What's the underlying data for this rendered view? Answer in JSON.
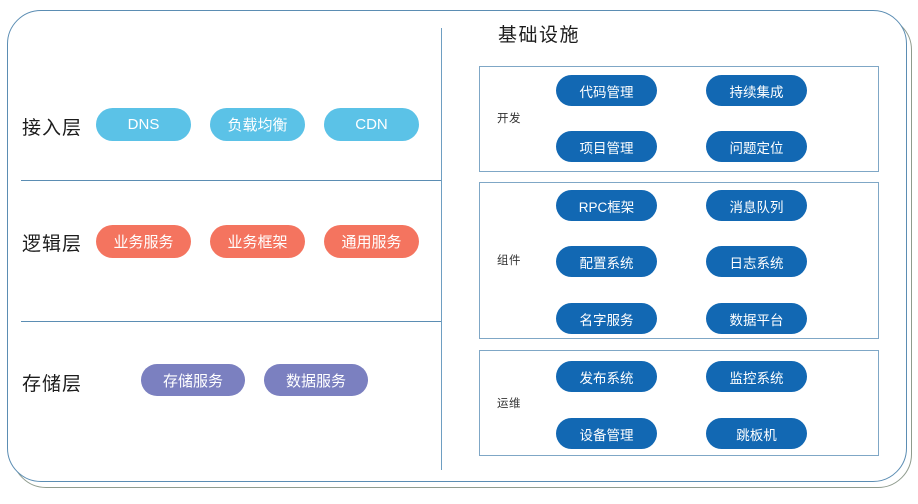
{
  "diagram": {
    "left_panel": {
      "layers": [
        {
          "label": "接入层",
          "style": "access",
          "items": [
            {
              "label": "DNS"
            },
            {
              "label": "负载均衡"
            },
            {
              "label": "CDN"
            }
          ]
        },
        {
          "label": "逻辑层",
          "style": "logic",
          "items": [
            {
              "label": "业务服务"
            },
            {
              "label": "业务框架"
            },
            {
              "label": "通用服务"
            }
          ]
        },
        {
          "label": "存储层",
          "style": "storage",
          "items": [
            {
              "label": "存储服务"
            },
            {
              "label": "数据服务"
            }
          ]
        }
      ]
    },
    "right_panel": {
      "title": "基础设施",
      "groups": [
        {
          "label": "开发",
          "items": [
            {
              "label": "代码管理"
            },
            {
              "label": "持续集成"
            },
            {
              "label": "项目管理"
            },
            {
              "label": "问题定位"
            }
          ]
        },
        {
          "label": "组件",
          "items": [
            {
              "label": "RPC框架"
            },
            {
              "label": "消息队列"
            },
            {
              "label": "配置系统"
            },
            {
              "label": "日志系统"
            },
            {
              "label": "名字服务"
            },
            {
              "label": "数据平台"
            }
          ]
        },
        {
          "label": "运维",
          "items": [
            {
              "label": "发布系统"
            },
            {
              "label": "监控系统"
            },
            {
              "label": "设备管理"
            },
            {
              "label": "跳板机"
            }
          ]
        }
      ]
    }
  },
  "colors": {
    "access_pill": "#5bc2e7",
    "logic_pill": "#f4745f",
    "storage_pill": "#7b80c0",
    "infra_pill": "#1268b3",
    "frame_border": "#5b8db3",
    "inner_border": "#7fa7c6",
    "text_dark": "#1c1c1c"
  }
}
